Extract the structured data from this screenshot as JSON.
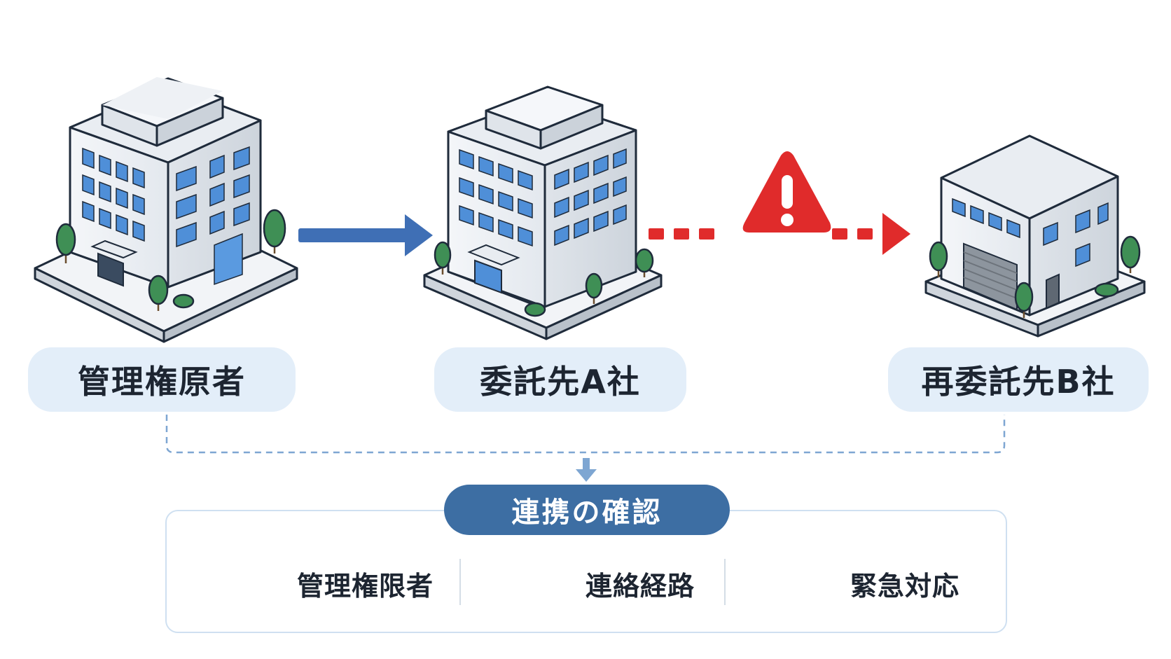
{
  "nodes": [
    {
      "id": "admin",
      "label": "管理権原者"
    },
    {
      "id": "contractor-a",
      "label": "委託先A社"
    },
    {
      "id": "subcontractor-b",
      "label": "再委託先B社"
    }
  ],
  "confirm": {
    "title": "連携の確認",
    "items": [
      {
        "label": "管理権限者",
        "icon": "document-shield-icon"
      },
      {
        "label": "連絡経路",
        "icon": "phone-icon"
      },
      {
        "label": "緊急対応",
        "icon": "siren-icon"
      }
    ]
  },
  "colors": {
    "solid_arrow": "#3f6fb5",
    "warning": "#e02b2b",
    "pill_bg": "#e3eef9",
    "title_bg": "#3d6ea3",
    "icon_blue": "#22466f",
    "icon_light": "#e6f0fb"
  }
}
